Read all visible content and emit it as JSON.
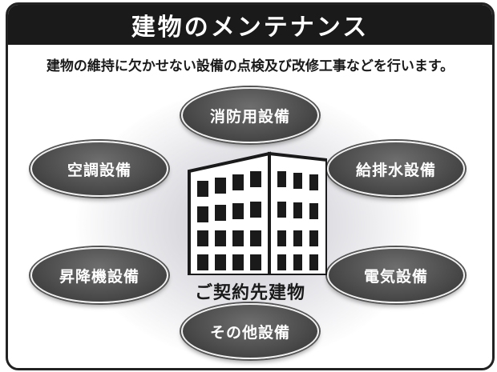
{
  "header": {
    "title": "建物のメンテナンス"
  },
  "subtitle": "建物の維持に欠かせない設備の点検及び改修工事などを行います。",
  "center": {
    "caption": "ご契約先建物"
  },
  "equipment": [
    {
      "id": "fire",
      "label": "消防用設備"
    },
    {
      "id": "hvac",
      "label": "空調設備"
    },
    {
      "id": "plumbing",
      "label": "給排水設備"
    },
    {
      "id": "elevator",
      "label": "昇降機設備"
    },
    {
      "id": "electrical",
      "label": "電気設備"
    },
    {
      "id": "other",
      "label": "その他設備"
    }
  ],
  "colors": {
    "header_bg": "#1a1a1a",
    "pill": "#4e4e4e",
    "text": "#1a1a1a"
  },
  "icons": {
    "center": "office-building-icon"
  }
}
